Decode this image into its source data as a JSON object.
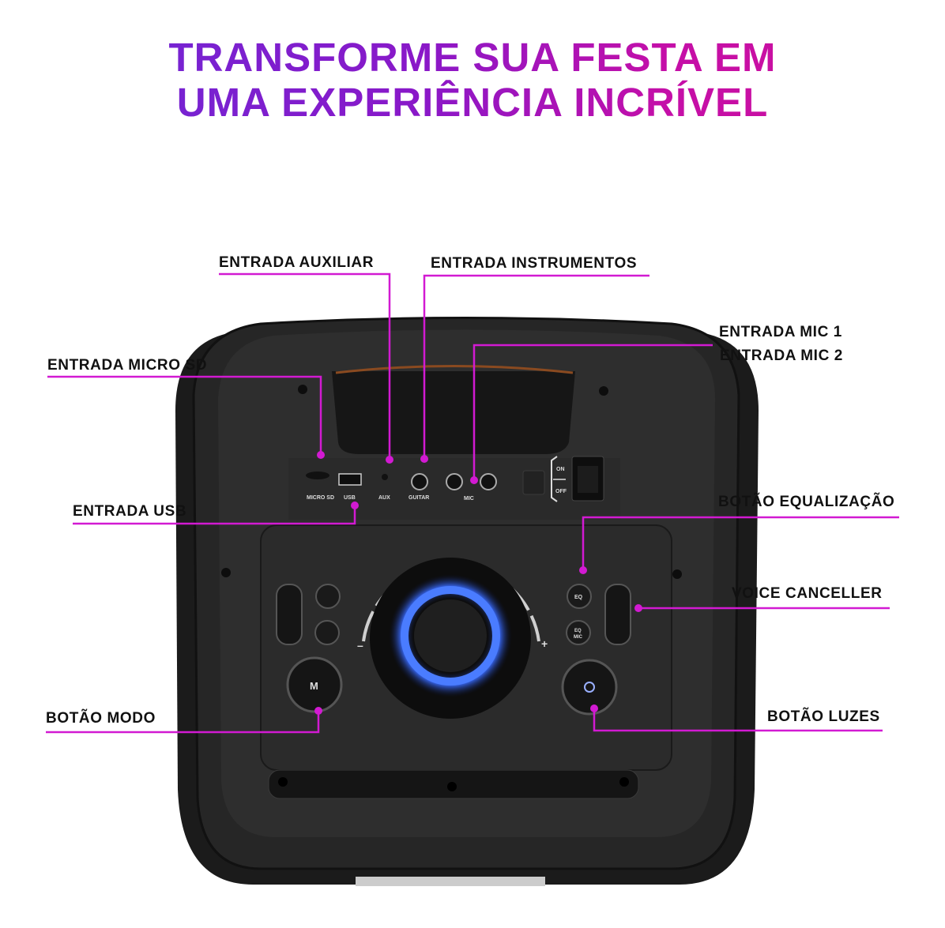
{
  "title": {
    "line1": "TRANSFORME SUA FESTA EM",
    "line2": "UMA EXPERIÊNCIA INCRÍVEL"
  },
  "accent_colors": {
    "title_start": "#6a2ad8",
    "title_end": "#d0109a",
    "callout_line": "#d21ad2",
    "led_ring": "#3a6cff"
  },
  "callouts": {
    "aux": "ENTRADA AUXILIAR",
    "instruments": "ENTRADA INSTRUMENTOS",
    "mic1": "ENTRADA MIC 1",
    "mic2": "ENTRADA MIC 2",
    "micro_sd": "ENTRADA MICRO SD",
    "usb": "ENTRADA USB",
    "eq": "BOTÃO EQUALIZAÇÃO",
    "voice": "VOICE CANCELLER",
    "mode": "BOTÃO MODO",
    "lights": "BOTÃO LUZES"
  },
  "panel": {
    "micro_sd": "MICRO SD",
    "usb": "USB",
    "aux": "AUX",
    "guitar": "GUITAR",
    "mic": "MIC",
    "on": "ON",
    "off": "OFF",
    "mode_btn": "M",
    "eq_btn": "EQ",
    "eq_mic_btn_1": "EQ",
    "eq_mic_btn_2": "MIC",
    "vol_minus": "–",
    "vol_plus": "+"
  }
}
